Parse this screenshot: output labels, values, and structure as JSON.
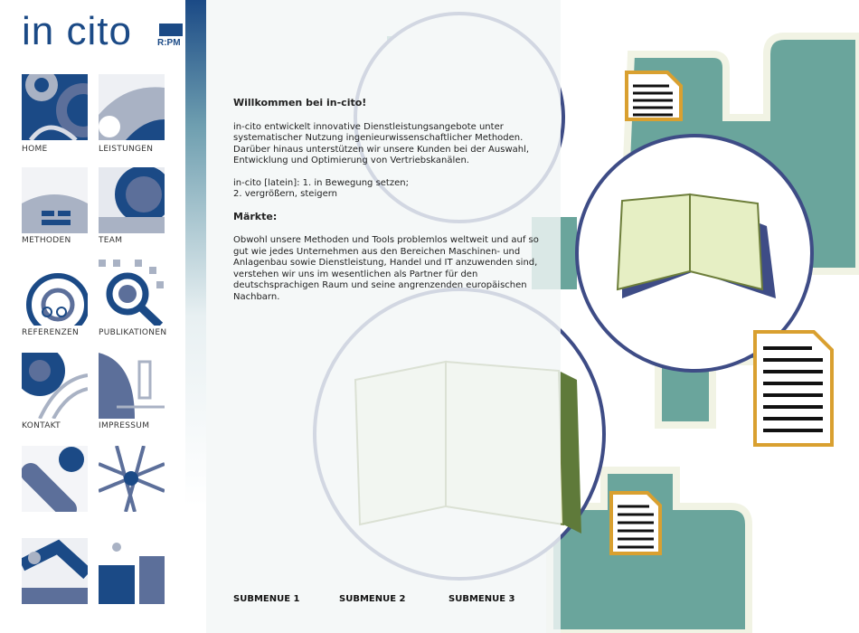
{
  "logo": {
    "text": "in cito",
    "sub": "R:PM"
  },
  "nav": [
    {
      "label": "HOME"
    },
    {
      "label": "LEISTUNGEN"
    },
    {
      "label": "METHODEN"
    },
    {
      "label": "TEAM"
    },
    {
      "label": "REFERENZEN"
    },
    {
      "label": "PUBLIKATIONEN"
    },
    {
      "label": "KONTAKT"
    },
    {
      "label": "IMPRESSUM"
    }
  ],
  "content": {
    "title": "Willkommen bei in-cito!",
    "intro": "in-cito entwickelt innovative Dienstleistungsangebote unter systematischer Nutzung ingenieurwissenschaftlicher Methoden. Darüber hinaus unterstützen wir unsere Kunden bei der Auswahl, Entwicklung und Optimierung von Vertriebskanälen.",
    "latin_1": "in-cito [latein]: 1.  in Bewegung setzen;",
    "latin_2": "2.  vergrößern, steigern",
    "markets_title": "Märkte:",
    "markets_text": "Obwohl unsere Methoden und Tools problemlos weltweit und auf so gut wie jedes Unternehmen aus den Bereichen Maschinen- und Anlagenbau sowie Dienstleistung, Handel und IT anzuwenden sind, verstehen wir uns im wesentlichen als Partner für den deutschsprachigen Raum und seine angrenzenden europäischen Nachbarn."
  },
  "submenu": [
    "SUBMENUE 1",
    "SUBMENUE 2",
    "SUBMENUE 3"
  ],
  "colors": {
    "brand": "#1b4a86",
    "teal": "#6aa59c",
    "gold": "#d9a030",
    "book": "#e6efc4"
  }
}
